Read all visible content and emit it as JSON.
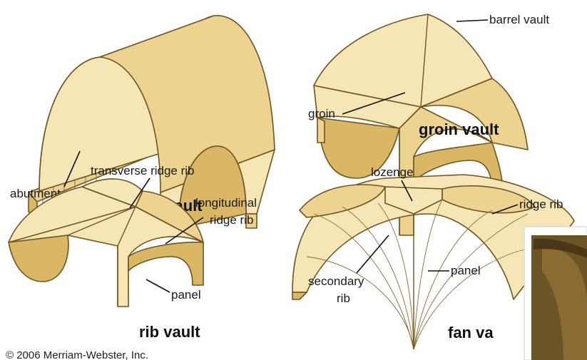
{
  "diagrams": {
    "barrel": {
      "title": "barrel vault",
      "labels": {
        "abutment": "abutment"
      }
    },
    "groin": {
      "title": "groin vault",
      "labels": {
        "barrel_vault": "barrel vault",
        "groin": "groin"
      }
    },
    "rib": {
      "title": "rib vault",
      "labels": {
        "transverse_ridge_rib": "transverse ridge rib",
        "longitudinal_1": "longitudinal",
        "longitudinal_2": "ridge rib",
        "panel": "panel"
      }
    },
    "fan": {
      "title": "fan va",
      "labels": {
        "lozenge": "lozenge",
        "ridge_rib": "ridge rib",
        "panel": "panel",
        "secondary_1": "secondary",
        "secondary_2": "rib"
      }
    }
  },
  "copyright": "© 2006 Merriam-Webster, Inc.",
  "colors": {
    "vault_light": "#f6e6b6",
    "vault_mid": "#ecd38f",
    "vault_dark": "#d9b765",
    "outline": "#6f5320"
  }
}
